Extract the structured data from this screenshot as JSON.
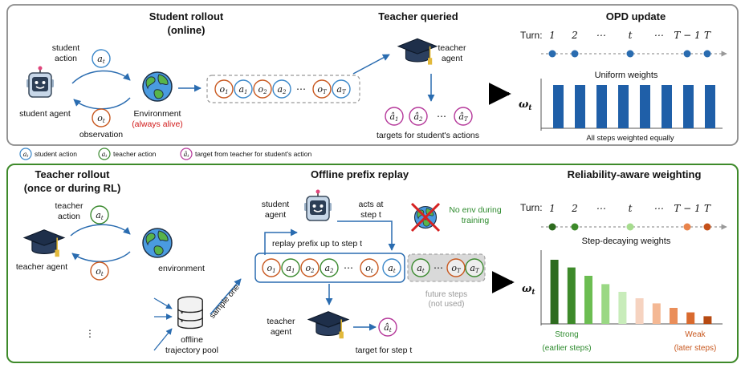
{
  "top": {
    "student_rollout_title": [
      "Student rollout",
      "(online)"
    ],
    "teacher_queried_title": "Teacher queried",
    "opd_update_title": "OPD update",
    "student_action_label": [
      "student",
      "action"
    ],
    "student_agent_label": "student agent",
    "observation_label": "observation",
    "environment_label": "Environment",
    "always_alive_label": "(always alive)",
    "teacher_agent_label": [
      "teacher",
      "agent"
    ],
    "targets_label": "targets for student's actions",
    "turn_label": "Turn:",
    "turns": [
      "1",
      "2",
      "⋯",
      "t",
      "⋯",
      "T − 1",
      "T"
    ],
    "uniform_weights_label": "Uniform weights",
    "all_steps_label": "All steps weighted equally",
    "weight_axis_label": "ωt"
  },
  "legend": {
    "student_action": "student action",
    "teacher_action": "teacher action",
    "target": "target from teacher for student's action"
  },
  "bottom": {
    "teacher_rollout_title": [
      "Teacher rollout",
      "(once or during RL)"
    ],
    "offline_prefix_title": "Offline prefix replay",
    "reliability_title": "Reliability-aware weighting",
    "teacher_action_label": [
      "teacher",
      "action"
    ],
    "teacher_agent_label": "teacher agent",
    "environment_label": "environment",
    "offline_pool_label": [
      "offline",
      "trajectory pool"
    ],
    "sample_one_label": "sample one",
    "student_agent_label": [
      "student",
      "agent"
    ],
    "acts_at_label": [
      "acts at",
      "step t"
    ],
    "no_env_label": [
      "No env during",
      "training"
    ],
    "replay_prefix_label": "replay prefix up to step t",
    "future_steps_label": [
      "future steps",
      "(not used)"
    ],
    "teacher_agent2_label": [
      "teacher",
      "agent"
    ],
    "target_for_step_label": "target for step t",
    "step_decaying_label": "Step-decaying weights",
    "strong_label": [
      "Strong",
      "(earlier steps)"
    ],
    "weak_label": [
      "Weak",
      "(later steps)"
    ]
  },
  "chart_data": [
    {
      "type": "bar",
      "title": "Uniform weights",
      "ylabel": "ωt",
      "xlabel": "All steps weighted equally",
      "values": [
        1,
        1,
        1,
        1,
        1,
        1,
        1,
        1
      ],
      "colors": [
        "#1f5fa8"
      ]
    },
    {
      "type": "bar",
      "title": "Step-decaying weights",
      "ylabel": "ωt",
      "values": [
        1.0,
        0.88,
        0.75,
        0.62,
        0.5,
        0.4,
        0.32,
        0.25,
        0.18,
        0.12
      ],
      "colors": [
        "#2e6b1f",
        "#3d8a2a",
        "#6cbd52",
        "#9ad884",
        "#c8ecba",
        "#f6d3c0",
        "#f4b894",
        "#ea8e5a",
        "#d96a2e",
        "#b64a12"
      ]
    }
  ],
  "colors": {
    "student_blue": "#3a87c9",
    "teacher_green": "#3b8a2f",
    "obs_orange": "#c8581f",
    "target_magenta": "#b5389a",
    "bar_blue": "#1f5fa8",
    "alive_red": "#d11a1a",
    "no_env_green": "#2e8b2e"
  }
}
